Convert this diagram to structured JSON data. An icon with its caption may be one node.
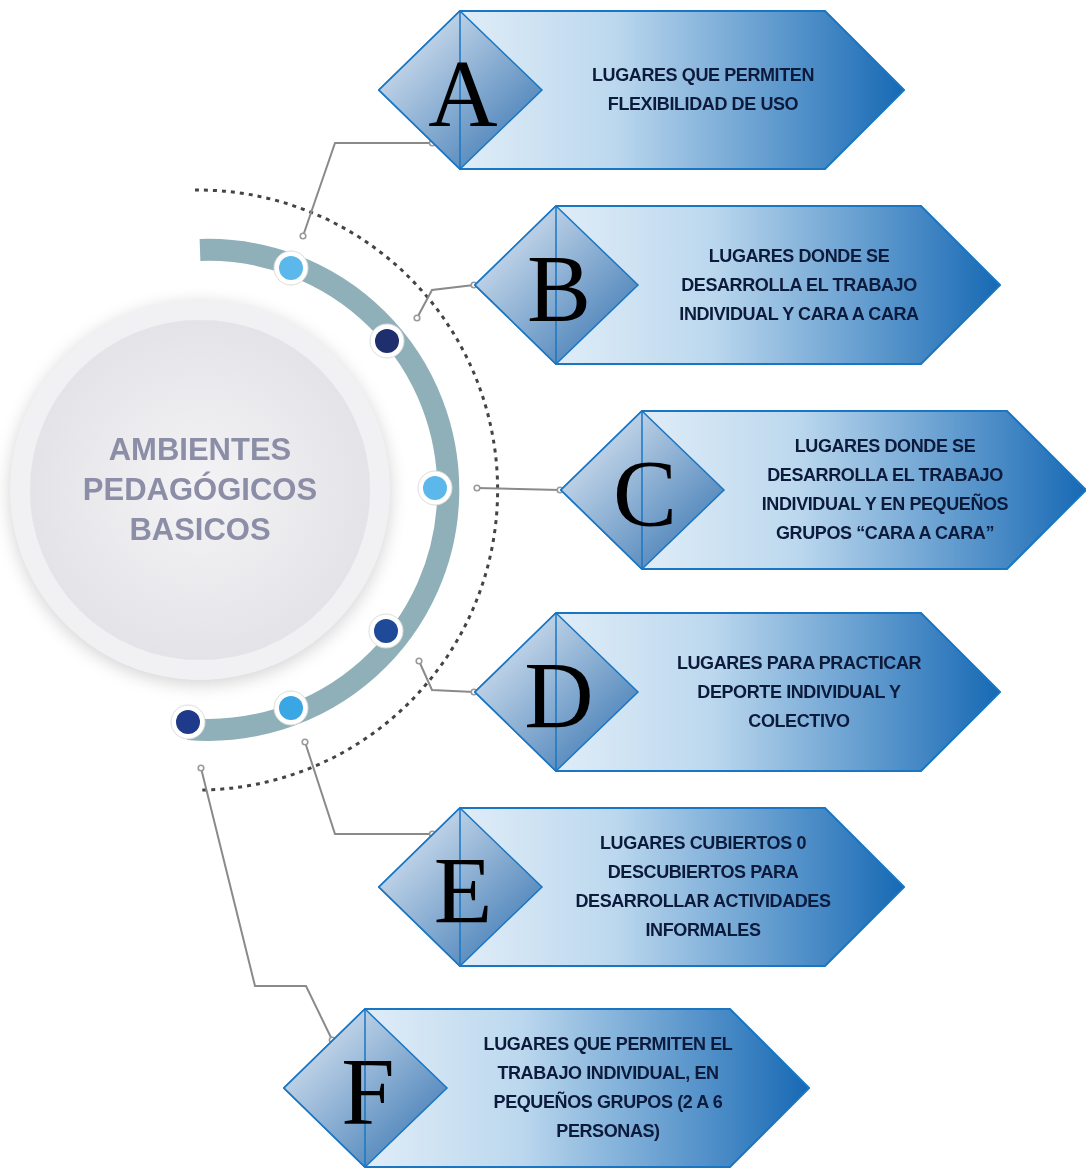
{
  "diagram": {
    "nodes": [
      {
        "text": [
          "AMBIENTES PEDAGÓGICOS BASICOS"
        ]
      },
      {
        "text": [
          "A",
          "LUGARES QUE PERMITEN FLEXIBILIDAD DE USO"
        ]
      },
      {
        "text": [
          "B",
          "LUGARES DONDE SE DESARROLLA EL TRABAJO INDIVIDUAL Y CARA A CARA"
        ]
      },
      {
        "text": [
          "C",
          "LUGARES DONDE SE DESARROLLA EL TRABAJO INDIVIDUAL Y EN PEQUEÑOS GRUPOS “CARA A CARA”"
        ]
      },
      {
        "text": [
          "D",
          "LUGARES PARA PRACTICAR DEPORTE INDIVIDUAL Y COLECTIVO"
        ]
      },
      {
        "text": [
          "E",
          "LUGARES CUBIERTOS 0 DESCUBIERTOS PARA DESARROLLAR ACTIVIDADES INFORMALES"
        ]
      },
      {
        "text": [
          "F",
          "LUGARES QUE PERMITEN EL TRABAJO INDIVIDUAL, EN PEQUEÑOS GRUPOS (2 A 6 PERSONAS)"
        ]
      }
    ],
    "edges": [
      {
        "from": 0,
        "to": 1,
        "arrow": "other"
      },
      {
        "from": 0,
        "to": 2,
        "arrow": "other"
      },
      {
        "from": 0,
        "to": 3,
        "arrow": "other"
      },
      {
        "from": 0,
        "to": 4,
        "arrow": "other"
      },
      {
        "from": 0,
        "to": 5,
        "arrow": "other"
      },
      {
        "from": 0,
        "to": 6,
        "arrow": "other"
      }
    ]
  }
}
